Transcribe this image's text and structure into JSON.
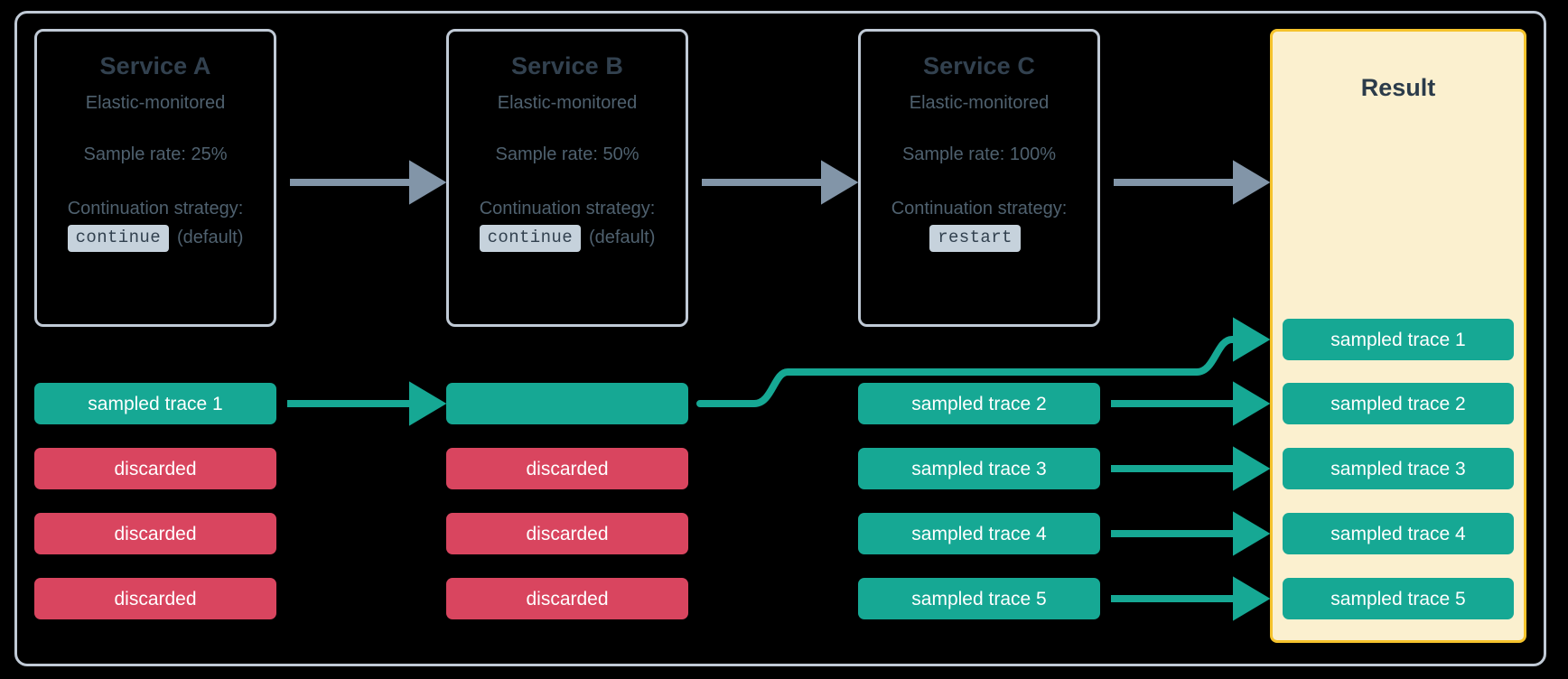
{
  "diagram": {
    "title": "Distributed tracing sampling across services",
    "colors": {
      "background": "#000000",
      "frame_border": "#c0cad6",
      "service_border": "#c0cad6",
      "service_title_text": "#32414f",
      "service_body_text": "#4f616f",
      "code_badge_bg": "#c6d2dc",
      "result_border": "#f5c32c",
      "result_bg": "#fbf0cf",
      "sampled": "#16a894",
      "discarded": "#d9455f",
      "gray_arrow": "#8295a8",
      "teal_arrow": "#16a894"
    }
  },
  "services": [
    {
      "id": "service-a",
      "title": "Service A",
      "subtitle": "Elastic-monitored",
      "sample_rate": "Sample rate: 25%",
      "strategy_label": "Continuation strategy:",
      "strategy_value": "continue",
      "strategy_note": "(default)"
    },
    {
      "id": "service-b",
      "title": "Service B",
      "subtitle": "Elastic-monitored",
      "sample_rate": "Sample rate: 50%",
      "strategy_label": "Continuation strategy:",
      "strategy_value": "continue",
      "strategy_note": "(default)"
    },
    {
      "id": "service-c",
      "title": "Service C",
      "subtitle": "Elastic-monitored",
      "sample_rate": "Sample rate: 100%",
      "strategy_label": "Continuation strategy:",
      "strategy_value": "restart",
      "strategy_note": ""
    }
  ],
  "result": {
    "title": "Result"
  },
  "trace_columns": {
    "service_a": [
      {
        "label": "sampled trace 1",
        "state": "sampled"
      },
      {
        "label": "discarded",
        "state": "discarded"
      },
      {
        "label": "discarded",
        "state": "discarded"
      },
      {
        "label": "discarded",
        "state": "discarded"
      }
    ],
    "service_b": [
      {
        "label": "",
        "state": "sampled"
      },
      {
        "label": "discarded",
        "state": "discarded"
      },
      {
        "label": "discarded",
        "state": "discarded"
      },
      {
        "label": "discarded",
        "state": "discarded"
      }
    ],
    "service_c": [
      {
        "label": "sampled trace 2",
        "state": "sampled"
      },
      {
        "label": "sampled trace 3",
        "state": "sampled"
      },
      {
        "label": "sampled trace 4",
        "state": "sampled"
      },
      {
        "label": "sampled trace 5",
        "state": "sampled"
      }
    ],
    "result": [
      {
        "label": "sampled trace 1",
        "state": "sampled"
      },
      {
        "label": "sampled trace 2",
        "state": "sampled"
      },
      {
        "label": "sampled trace 3",
        "state": "sampled"
      },
      {
        "label": "sampled trace 4",
        "state": "sampled"
      },
      {
        "label": "sampled trace 5",
        "state": "sampled"
      }
    ]
  },
  "connectors": [
    {
      "id": "service-a-to-b",
      "type": "gray-arrow"
    },
    {
      "id": "service-b-to-c",
      "type": "gray-arrow"
    },
    {
      "id": "service-c-to-result",
      "type": "gray-arrow"
    },
    {
      "id": "trace-a1-to-b1",
      "type": "teal-arrow"
    },
    {
      "id": "trace-b1-to-result1",
      "type": "teal-curve"
    },
    {
      "id": "trace-c2-to-result2",
      "type": "teal-arrow"
    },
    {
      "id": "trace-c3-to-result3",
      "type": "teal-arrow"
    },
    {
      "id": "trace-c4-to-result4",
      "type": "teal-arrow"
    },
    {
      "id": "trace-c5-to-result5",
      "type": "teal-arrow"
    }
  ]
}
